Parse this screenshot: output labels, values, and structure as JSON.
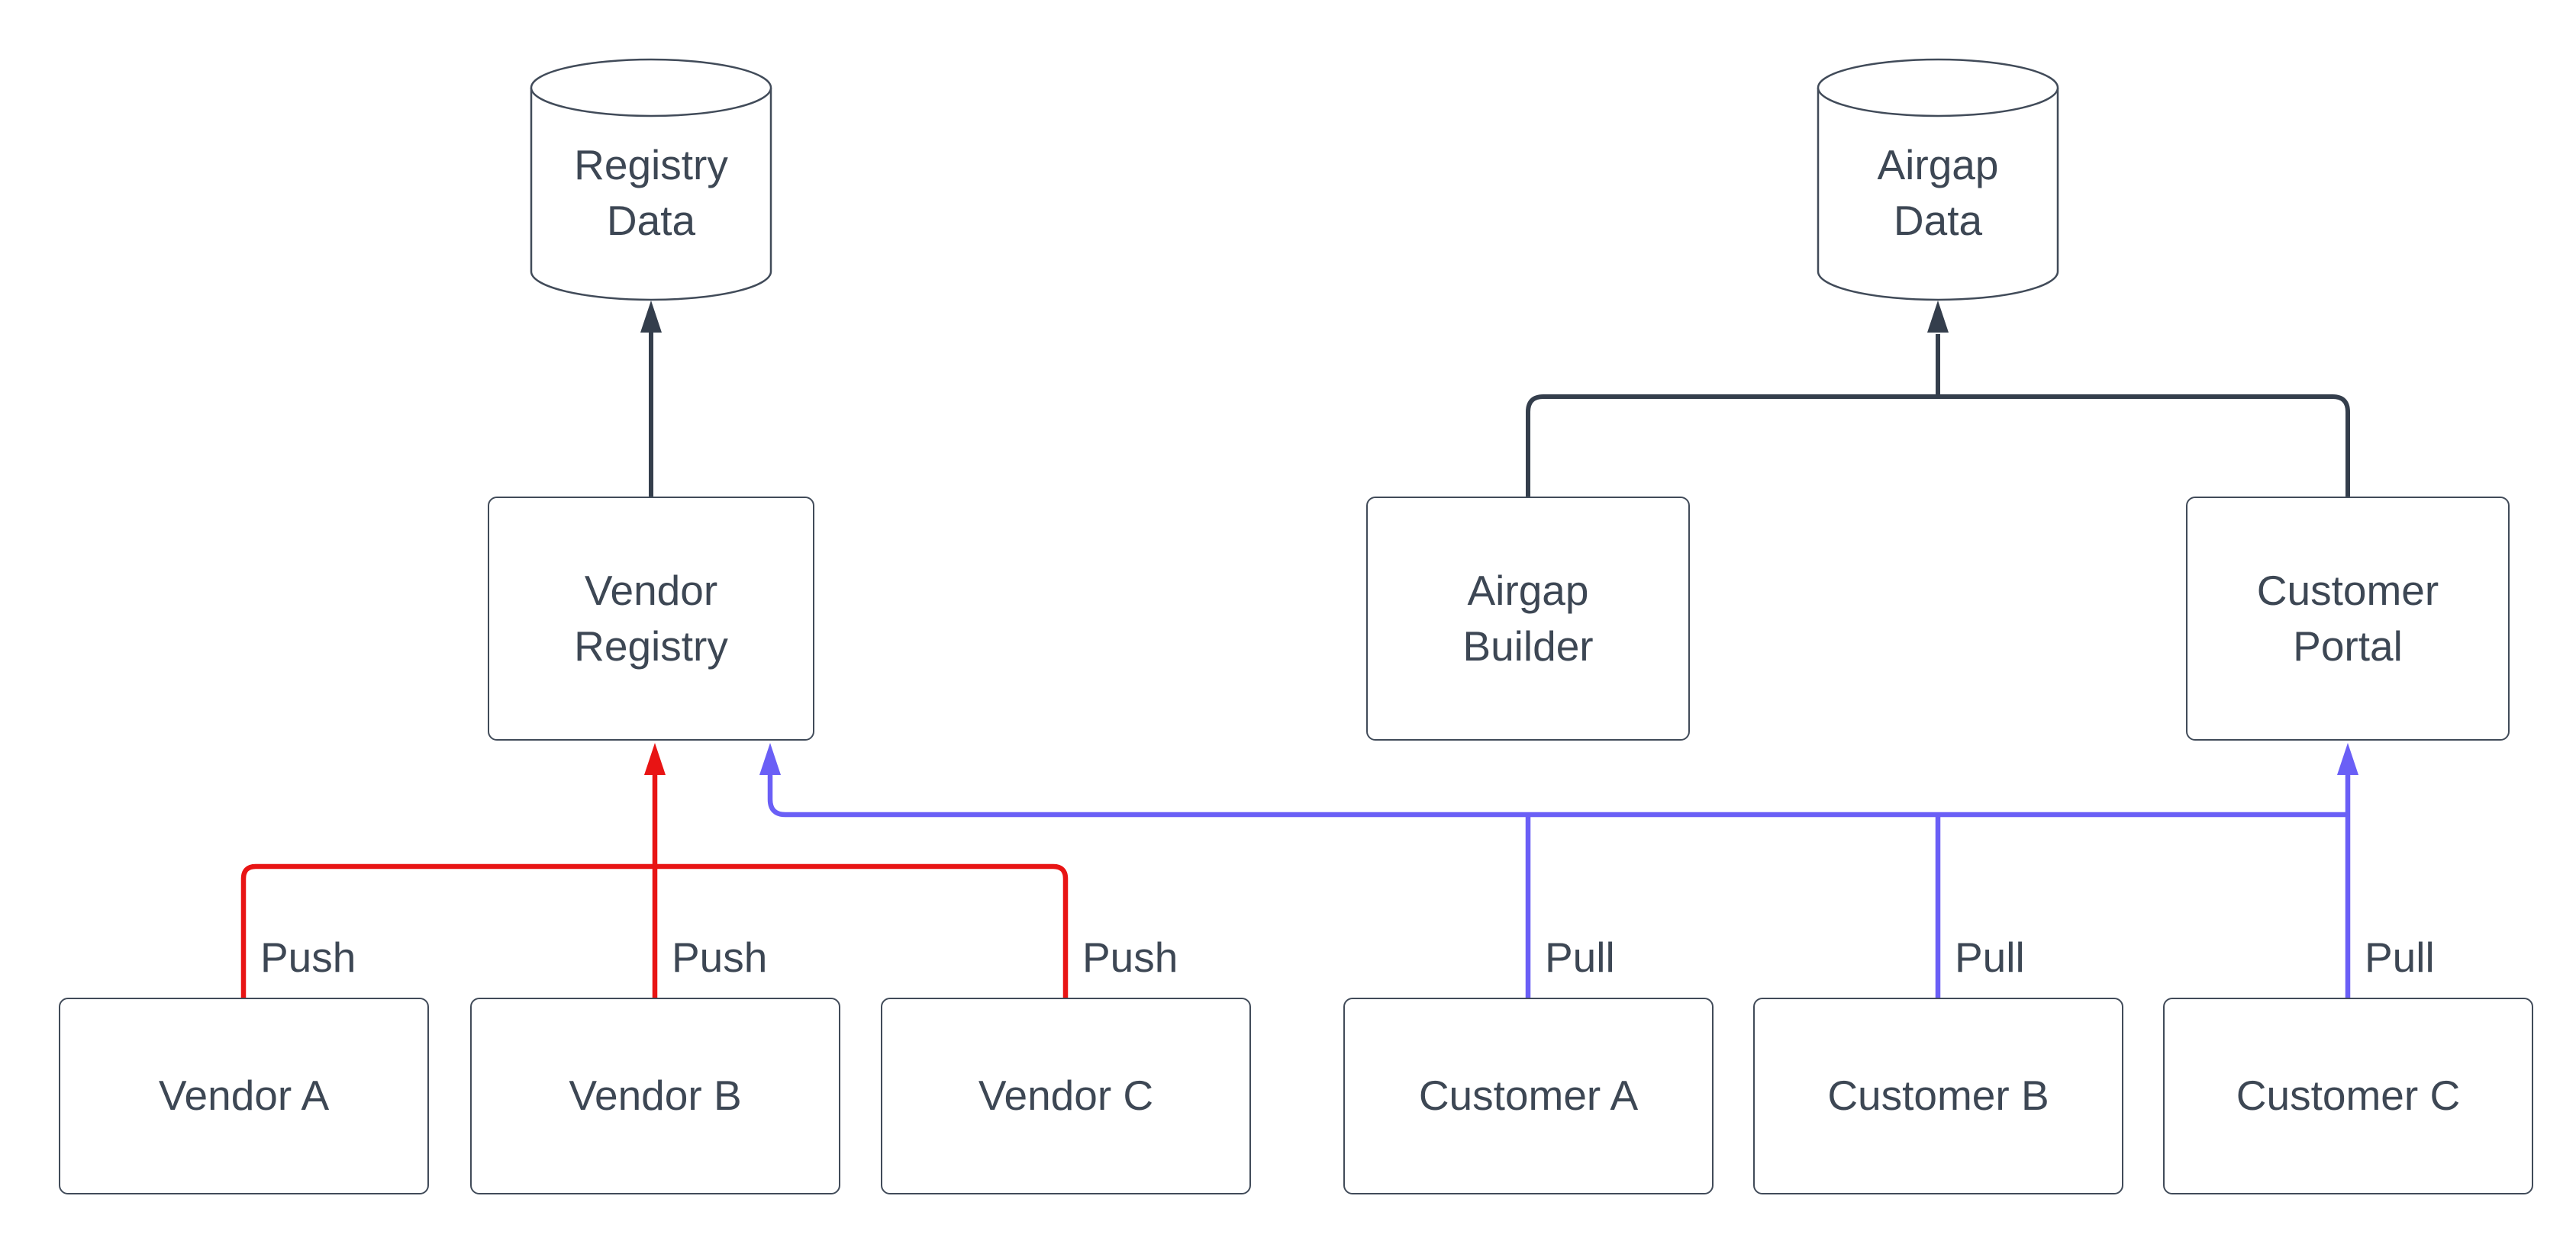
{
  "diagram": {
    "background": "#ffffff",
    "colors": {
      "neutral": "#343e4c",
      "push": "#e81414",
      "pull": "#6a5ff6"
    },
    "nodes": {
      "registry_data": "Registry\nData",
      "airgap_data": "Airgap\nData",
      "vendor_registry": "Vendor\nRegistry",
      "airgap_builder": "Airgap\nBuilder",
      "customer_portal": "Customer\nPortal",
      "vendor_a": "Vendor A",
      "vendor_b": "Vendor B",
      "vendor_c": "Vendor C",
      "customer_a": "Customer A",
      "customer_b": "Customer B",
      "customer_c": "Customer C"
    },
    "edge_labels": {
      "push_a": "Push",
      "push_b": "Push",
      "push_c": "Push",
      "pull_a": "Pull",
      "pull_b": "Pull",
      "pull_c": "Pull"
    }
  }
}
